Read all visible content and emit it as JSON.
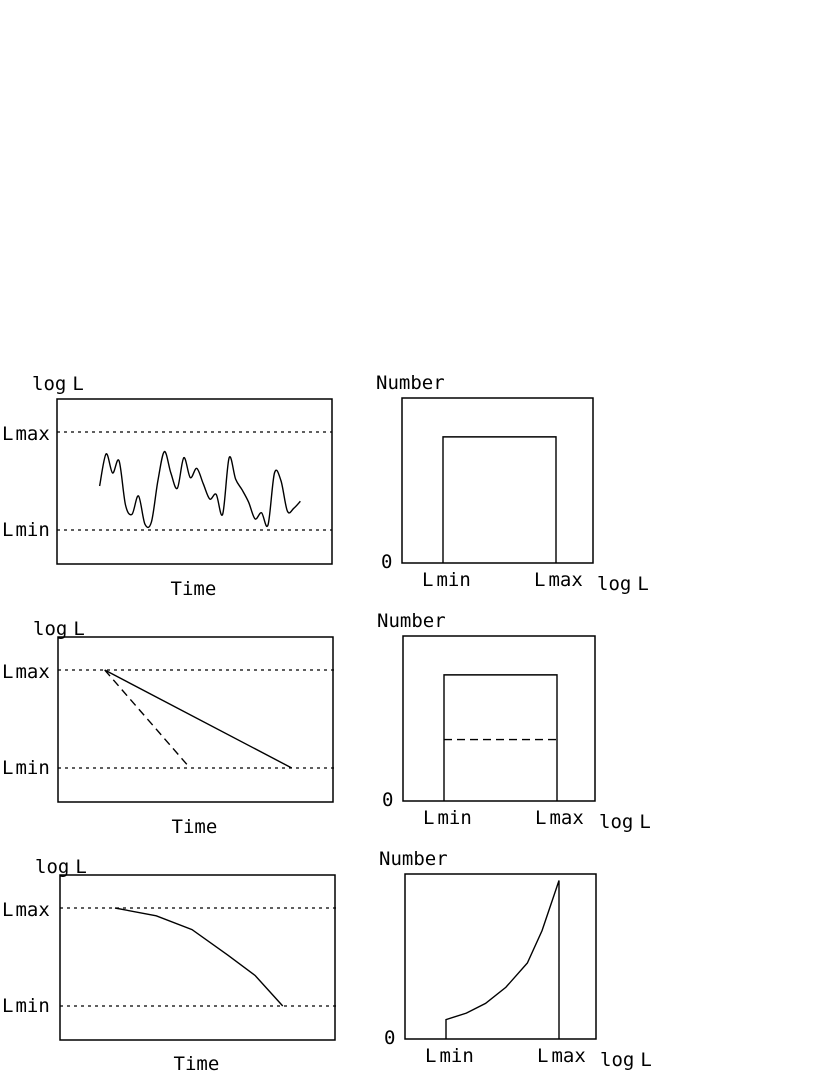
{
  "labels": {
    "log_L_prefix": "log",
    "L": "L",
    "max": "max",
    "min": "min",
    "time": "Time",
    "number": "Number",
    "zero": "0"
  },
  "chart_data": [
    {
      "type": "line",
      "panel": "row1-left",
      "xlabel": "Time",
      "ylabel": "log L",
      "reference_lines": [
        "L max",
        "L min"
      ],
      "series": [
        {
          "style": "solid",
          "description_points_normalized_level": [
            0.55,
            0.97,
            0.72,
            0.88,
            0.3,
            0.18,
            0.42,
            0.05,
            0.08,
            0.62,
            1.0,
            0.72,
            0.52,
            0.92,
            0.66,
            0.78,
            0.58,
            0.38,
            0.44,
            0.18,
            0.92,
            0.64,
            0.5,
            0.34,
            0.12,
            0.2,
            0.04,
            0.72,
            0.62,
            0.22,
            0.26,
            0.35
          ]
        }
      ]
    },
    {
      "type": "bar",
      "panel": "row1-right",
      "xlabel": "log L",
      "ylabel": "Number",
      "x_ticks": [
        "L min",
        "L max"
      ],
      "shape": "uniform",
      "series": [
        {
          "style": "solid",
          "level": 0.78
        }
      ]
    },
    {
      "type": "line",
      "panel": "row2-left",
      "xlabel": "Time",
      "ylabel": "log L",
      "reference_lines": [
        "L max",
        "L min"
      ],
      "series": [
        {
          "style": "solid",
          "start": [
            0.17,
            1.0
          ],
          "end": [
            0.85,
            0.0
          ]
        },
        {
          "style": "dashed",
          "start": [
            0.17,
            1.0
          ],
          "end": [
            0.48,
            0.0
          ]
        }
      ]
    },
    {
      "type": "bar",
      "panel": "row2-right",
      "xlabel": "log L",
      "ylabel": "Number",
      "x_ticks": [
        "L min",
        "L max"
      ],
      "shape": "uniform",
      "series": [
        {
          "style": "solid",
          "level": 0.78
        },
        {
          "style": "dashed",
          "level": 0.38
        }
      ]
    },
    {
      "type": "line",
      "panel": "row3-left",
      "xlabel": "Time",
      "ylabel": "log L",
      "reference_lines": [
        "L max",
        "L min"
      ],
      "series": [
        {
          "style": "solid",
          "curve": [
            [
              0.2,
              1.0
            ],
            [
              0.35,
              0.92
            ],
            [
              0.48,
              0.78
            ],
            [
              0.61,
              0.52
            ],
            [
              0.71,
              0.31
            ],
            [
              0.81,
              0.0
            ]
          ]
        }
      ]
    },
    {
      "type": "area",
      "panel": "row3-right",
      "xlabel": "log L",
      "ylabel": "Number",
      "x_ticks": [
        "L min",
        "L max"
      ],
      "shape": "rising",
      "series": [
        {
          "style": "solid",
          "curve": [
            [
              0.0,
              0.12
            ],
            [
              0.18,
              0.16
            ],
            [
              0.35,
              0.22
            ],
            [
              0.53,
              0.32
            ],
            [
              0.72,
              0.47
            ],
            [
              0.85,
              0.67
            ],
            [
              1.0,
              0.98
            ]
          ]
        }
      ]
    }
  ]
}
